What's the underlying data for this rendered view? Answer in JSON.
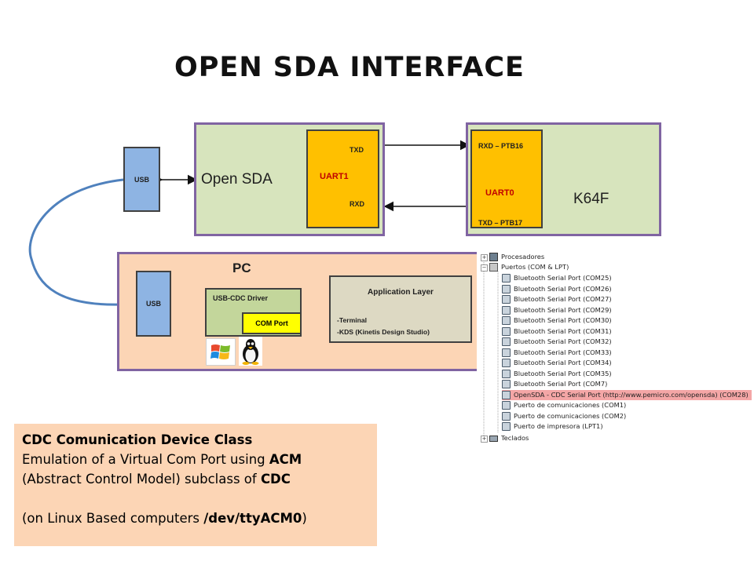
{
  "title": "OPEN SDA INTERFACE",
  "open_sda": {
    "label": "Open SDA",
    "usb_label": "USB",
    "uart_name": "UART1",
    "txd": "TXD",
    "rxd": "RXD"
  },
  "k64f": {
    "label": "K64F",
    "uart_name": "UART0",
    "rxd": "RXD – PTB16",
    "txd": "TXD – PTB17"
  },
  "pc": {
    "label": "PC",
    "usb_label": "USB",
    "driver_label": "USB-CDC Driver",
    "com_port": "COM Port",
    "app_title": "Application Layer",
    "app_items": [
      "-Terminal",
      "-KDS (Kinetis Design Studio)"
    ]
  },
  "device_tree": {
    "top_category": "Procesadores",
    "ports_category": "Puertos (COM & LPT)",
    "ports": [
      "Bluetooth Serial Port (COM25)",
      "Bluetooth Serial Port (COM26)",
      "Bluetooth Serial Port (COM27)",
      "Bluetooth Serial Port (COM29)",
      "Bluetooth Serial Port (COM30)",
      "Bluetooth Serial Port (COM31)",
      "Bluetooth Serial Port (COM32)",
      "Bluetooth Serial Port (COM33)",
      "Bluetooth Serial Port (COM34)",
      "Bluetooth Serial Port (COM35)",
      "Bluetooth Serial Port (COM7)",
      "OpenSDA - CDC Serial Port (http://www.pemicro.com/opensda) (COM28)",
      "Puerto de comunicaciones (COM1)",
      "Puerto de comunicaciones (COM2)",
      "Puerto de impresora (LPT1)"
    ],
    "highlighted_index": 11,
    "bottom_category": "Teclados"
  },
  "note": {
    "line1": "CDC Comunication Device Class",
    "line2_a": "Emulation of a Virtual Com Port using ",
    "line2_b": "ACM",
    "line3_a": "(Abstract Control Model) subclass of ",
    "line3_b": "CDC",
    "line4_a": "(on Linux Based computers ",
    "line4_b": "/dev/ttyACM0",
    "line4_c": ")"
  },
  "colors": {
    "green_box": "#d7e4bd",
    "uart": "#ffc000",
    "usb": "#8eb4e3",
    "pc": "#fcd5b5",
    "highlight_row": "#f4a6a6",
    "cable": "#4f81bd"
  }
}
